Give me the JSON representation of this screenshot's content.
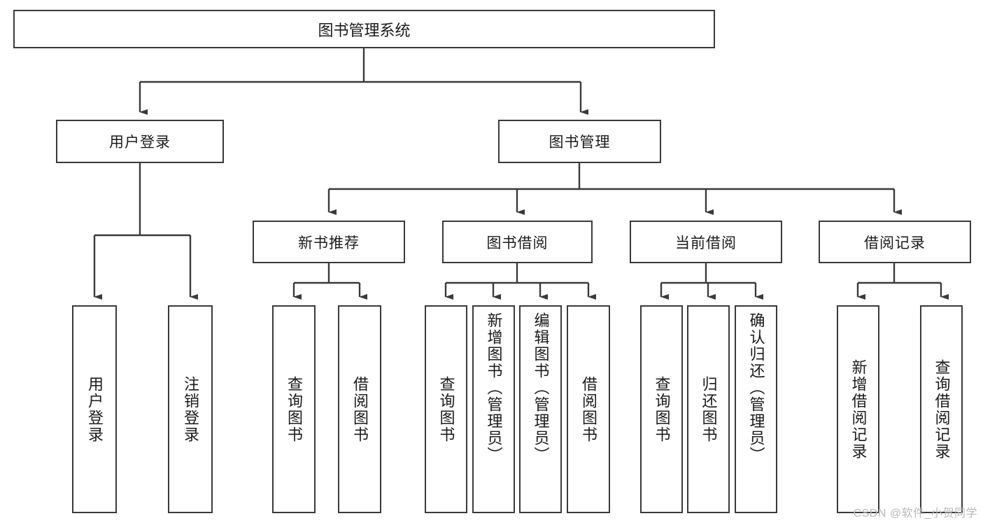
{
  "diagram": {
    "type": "tree-hierarchy",
    "title_node": {
      "label": "图书管理系统"
    },
    "level1": [
      {
        "label": "用户登录"
      },
      {
        "label": "图书管理"
      }
    ],
    "level2": [
      {
        "label": "新书推荐"
      },
      {
        "label": "图书借阅"
      },
      {
        "label": "当前借阅"
      },
      {
        "label": "借阅记录"
      }
    ],
    "leaves": {
      "user_login": [
        {
          "label": "用户登录"
        },
        {
          "label": "注销登录"
        }
      ],
      "new_book_recommend": [
        {
          "label": "查询图书"
        },
        {
          "label": "借阅图书"
        }
      ],
      "book_borrow": [
        {
          "label": "查询图书"
        },
        {
          "label": "新增图书（管理员）"
        },
        {
          "label": "编辑图书（管理员）"
        },
        {
          "label": "借阅图书"
        }
      ],
      "current_borrow": [
        {
          "label": "查询图书"
        },
        {
          "label": "归还图书"
        },
        {
          "label": "确认归还（管理员）"
        }
      ],
      "borrow_record": [
        {
          "label": "新增借阅记录"
        },
        {
          "label": "查询借阅记录"
        }
      ]
    }
  },
  "watermark": {
    "text": "CSDN @软件_小贺同学"
  },
  "colors": {
    "box_border": "#3a3a3a",
    "box_fill": "#ffffff",
    "line": "#3a3a3a",
    "text": "#1b1b1b",
    "watermark": "#b9b9b9"
  }
}
